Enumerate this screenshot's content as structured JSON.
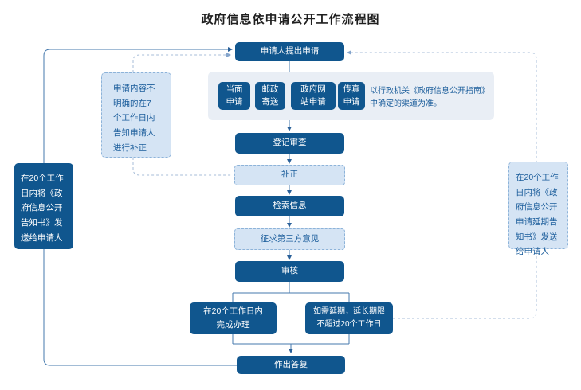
{
  "title": "政府信息依申请公开工作流程图",
  "nodes": {
    "apply": "申请人提出申请",
    "channels": [
      "当面\n申请",
      "邮政\n寄送",
      "政府网\n站申请",
      "传真\n申请"
    ],
    "channels_note": "以行政机关《政府信息公开指南》\n中确定的渠道为准。",
    "register": "登记审查",
    "correction": "补正",
    "search": "检索信息",
    "third_party": "征求第三方意见",
    "review": "审核",
    "complete": "在20个工作日内\n完成办理",
    "extend": "如需延期，延长期限\n不超过20个工作日",
    "reply": "作出答复"
  },
  "notes": {
    "correction_note": "申请内容不明确的在7个工作日内告知申请人进行补正",
    "reply_note": "在20个工作日内将《政府信息公开告知书》发送给申请人",
    "extension_note": "在20个工作日内将《政府信息公开申请延期告知书》发送给申请人"
  },
  "colors": {
    "node_fill": "#10568e",
    "node_text": "#ffffff",
    "light_fill": "#d5e4f4",
    "light_border": "#8db3d9",
    "light_text": "#1b5d9b",
    "group_fill": "#e9eef5",
    "line_solid": "#4579ad",
    "line_dashed": "#a7bdd8"
  }
}
